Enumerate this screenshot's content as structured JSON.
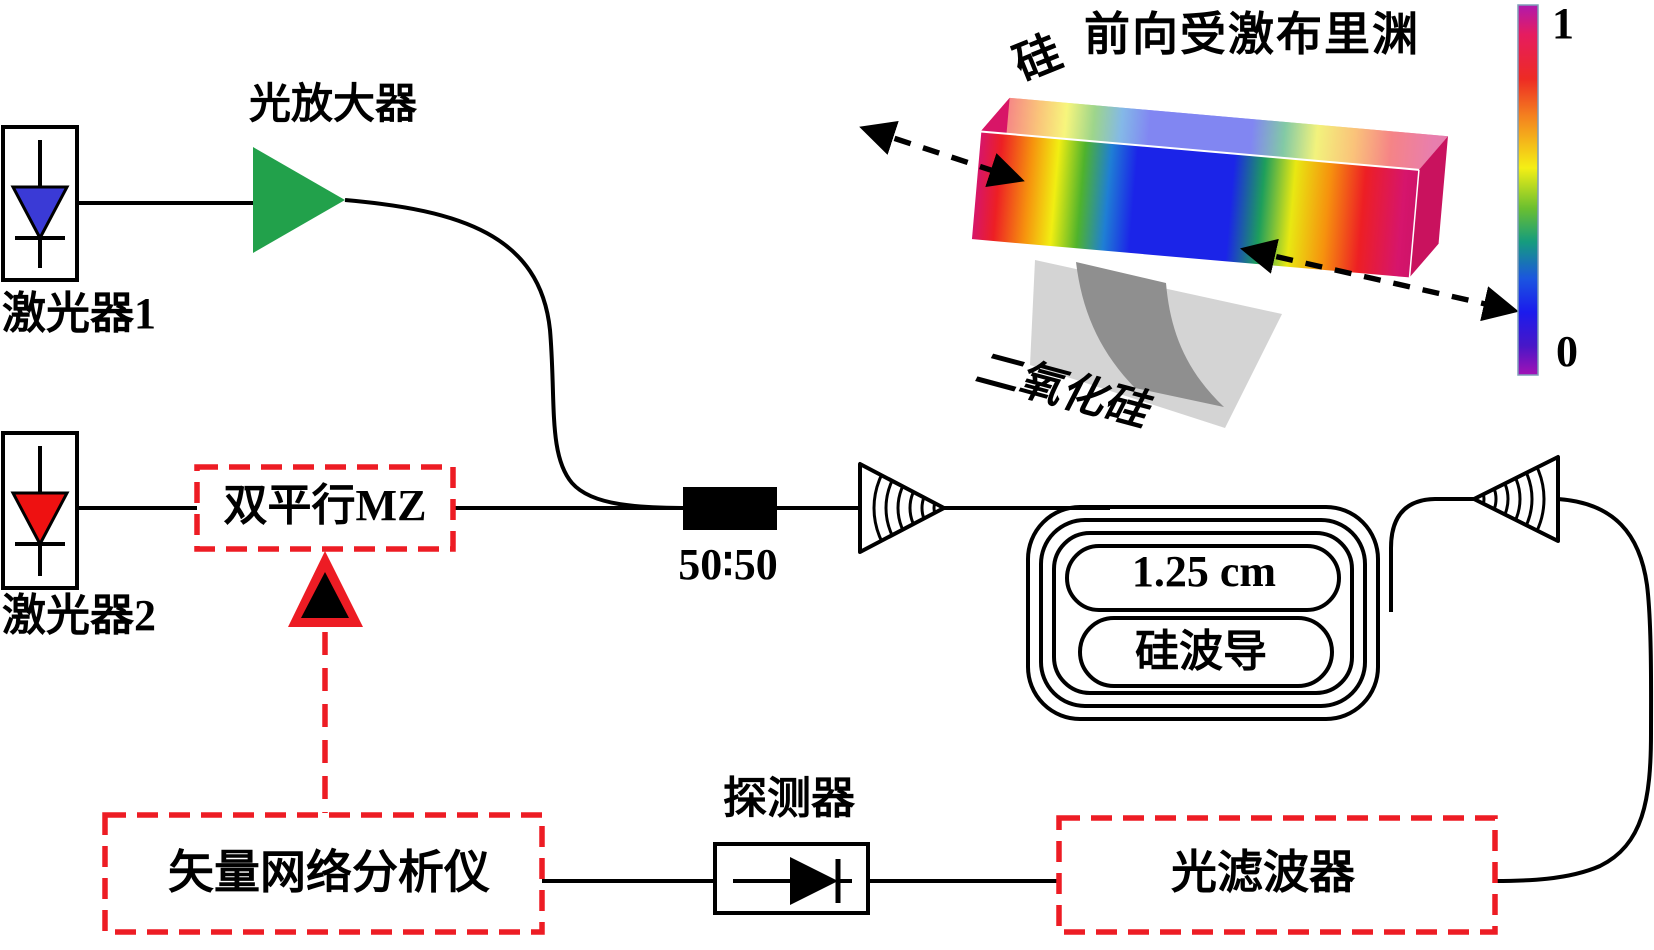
{
  "components": {
    "laser1": "激光器1",
    "laser2": "激光器2",
    "amplifier": "光放大器",
    "dpmz": "双平行MZ",
    "coupler_ratio": "50∶50",
    "spiral": {
      "length": "1.25 cm",
      "name": "硅波导"
    },
    "vna": "矢量网络分析仪",
    "detector": "探测器",
    "filter": "光滤波器"
  },
  "inset": {
    "title": "前向受激布里渊",
    "silicon_label": "硅",
    "silica_label": "二氧化硅",
    "colorbar": {
      "max": "1",
      "min": "0"
    }
  },
  "colors": {
    "red_accent": "#ED1C24",
    "amplifier_green": "#22A14B",
    "laser1_diode_blue": "#3A3AD6",
    "laser2_diode_red": "#EE1111",
    "line_black": "#000000",
    "pedestal_light_gray": "#D4D4D4",
    "pedestal_dark_gray": "#8F8F8F"
  }
}
